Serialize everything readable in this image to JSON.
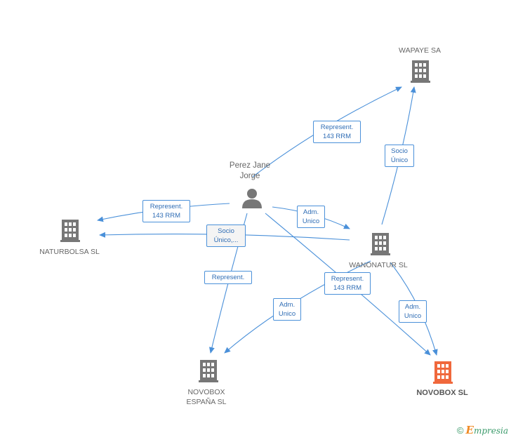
{
  "nodes": {
    "wapaye": {
      "label": "WAPAYE SA",
      "color": "#777777"
    },
    "person": {
      "label": "Perez Jane\nJorge",
      "color": "#777777"
    },
    "naturbolsa": {
      "label": "NATURBOLSA SL",
      "color": "#777777"
    },
    "wanonatur": {
      "label": "WANONATUR SL",
      "color": "#777777"
    },
    "novobox_espana": {
      "label": "NOVOBOX\nESPAÑA  SL",
      "color": "#777777"
    },
    "novobox_sl": {
      "label": "NOVOBOX SL",
      "color": "#f0683c"
    }
  },
  "edges": {
    "person_wapaye": "Represent.\n143 RRM",
    "wanonatur_wapaye": "Socio\nÚnico",
    "person_naturbolsa": "Represent.\n143 RRM",
    "wanonatur_naturbolsa": "Socio\nÚnico,...",
    "person_wanonatur": "Adm.\nUnico",
    "person_novobox_espana": "Represent.",
    "wanonatur_novobox_espana": "Adm.\nUnico",
    "person_novobox_sl": "Represent.\n143 RRM",
    "wanonatur_novobox_sl": "Adm.\nUnico"
  },
  "colors": {
    "edge": "#4a90d9",
    "building": "#777777",
    "highlight": "#f0683c"
  },
  "footer": {
    "copyright": "©",
    "brand_rest": "mpresia",
    "brand_e": "E"
  }
}
